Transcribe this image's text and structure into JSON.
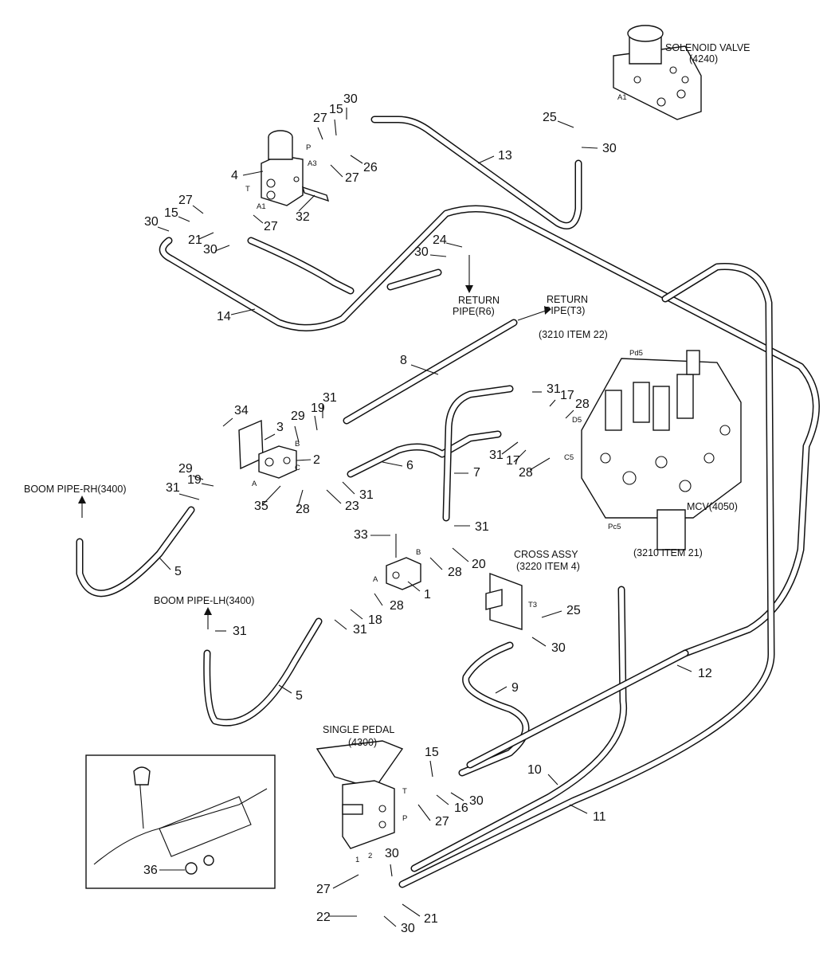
{
  "components": {
    "solenoid_valve": [
      "SOLENOID VALVE",
      "(4240)"
    ],
    "single_pedal": [
      "SINGLE PEDAL",
      "(4300)"
    ],
    "cross_assy": [
      "CROSS ASSY",
      "(3220 ITEM 4)"
    ],
    "mcv": "MCV(4050)",
    "item_3210_22": "(3210 ITEM 22)",
    "item_3210_21": "(3210 ITEM 21)",
    "return_pipe_r6": [
      "RETURN",
      "PIPE(R6)"
    ],
    "return_pipe_t3": [
      "RETURN",
      "PIPE(T3)"
    ],
    "boom_pipe_rh": "BOOM PIPE-RH(3400)",
    "boom_pipe_lh": "BOOM PIPE-LH(3400)"
  },
  "ports": {
    "solenoid_valve": [
      "P",
      "A3",
      "T",
      "A1"
    ],
    "solenoid_valve_4240": "A1",
    "block_2": [
      "A",
      "B",
      "C"
    ],
    "block_1": [
      "A",
      "B"
    ],
    "mcv": [
      "Pd5",
      "D5",
      "C5",
      "Pc5"
    ],
    "cross": "T3",
    "pedal": [
      "T",
      "P",
      "1",
      "2"
    ]
  },
  "part_numbers": [
    "1",
    "2",
    "3",
    "4",
    "5",
    "5",
    "6",
    "7",
    "8",
    "9",
    "10",
    "11",
    "12",
    "13",
    "14",
    "15",
    "15",
    "15",
    "16",
    "17",
    "17",
    "18",
    "19",
    "19",
    "20",
    "21",
    "21",
    "22",
    "23",
    "24",
    "25",
    "25",
    "26",
    "27",
    "27",
    "27",
    "27",
    "27",
    "27",
    "28",
    "28",
    "28",
    "28",
    "28",
    "29",
    "29",
    "30",
    "30",
    "30",
    "30",
    "30",
    "30",
    "30",
    "30",
    "30",
    "31",
    "31",
    "31",
    "31",
    "31",
    "31",
    "31",
    "31",
    "32",
    "33",
    "34",
    "35",
    "36"
  ]
}
